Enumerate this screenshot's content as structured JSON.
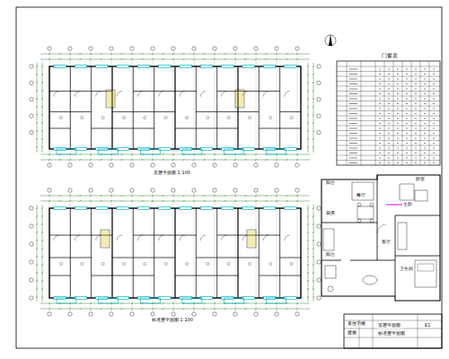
{
  "diagram": {
    "labels": [
      "门窗表",
      "首层平面图 1:100",
      "标准层平面图 1:100",
      "某住宅楼",
      "建施",
      "首层平面图",
      "标准层平面图",
      "E1",
      "阳台",
      "主卧",
      "卧室",
      "客厅",
      "餐厅",
      "厨房",
      "卫生间",
      "阳台"
    ]
  }
}
